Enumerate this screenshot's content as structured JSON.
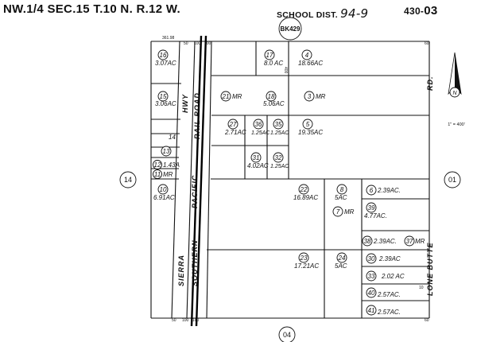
{
  "header": {
    "legal": "NW.1/4 SEC.15 T.10 N. R.12 W.",
    "school_prefix": "SCHOOL DIST.",
    "school_value": "94-9",
    "page_ref_prefix": "430-",
    "page_ref_value": "03",
    "book": "BK429",
    "scale": "1\" = 400'"
  },
  "roads": {
    "hwy": [
      "SIERRA",
      "HWY"
    ],
    "railroad": [
      "SOUTHERN",
      "PACIFIC",
      "RAIL ROAD"
    ],
    "lone_butte": "LONE BUTTE",
    "rd": "RD."
  },
  "adjacent": {
    "west": "14",
    "east": "01",
    "south": "04"
  },
  "dimensions": {
    "top_a": "361.98",
    "top_b": "50",
    "top_c": "100",
    "top_d": "100",
    "top_right": "60",
    "bottom_a": "50",
    "bottom_b": "100",
    "bottom_c": "100",
    "bottom_right": "60",
    "side_400": "400",
    "side_10": "10"
  },
  "parcels": [
    {
      "no": "16",
      "acres": "3.07AC"
    },
    {
      "no": "15",
      "acres": "3.06AC"
    },
    {
      "no": "14",
      "acres": ""
    },
    {
      "no": "13",
      "acres": ""
    },
    {
      "no": "12",
      "acres": "1.43A"
    },
    {
      "no": "11",
      "acres": "MR"
    },
    {
      "no": "10",
      "acres": "6.91AC"
    },
    {
      "no": "17",
      "acres": "8.0 AC"
    },
    {
      "no": "4",
      "acres": "18.66AC"
    },
    {
      "no": "21",
      "acres": "MR"
    },
    {
      "no": "18",
      "acres": "5.06AC"
    },
    {
      "no": "3",
      "acres": "MR"
    },
    {
      "no": "27",
      "acres": "2.71AC"
    },
    {
      "no": "36",
      "acres": "1.25AC"
    },
    {
      "no": "35",
      "acres": "1.25AC"
    },
    {
      "no": "5",
      "acres": "19.35AC"
    },
    {
      "no": "31",
      "acres": "4.02AC"
    },
    {
      "no": "32",
      "acres": "1.25AC"
    },
    {
      "no": "22",
      "acres": "16.89AC"
    },
    {
      "no": "8",
      "acres": "5AC"
    },
    {
      "no": "6",
      "acres": "2.39AC."
    },
    {
      "no": "7",
      "acres": "MR"
    },
    {
      "no": "39",
      "acres": "4.77AC."
    },
    {
      "no": "38",
      "acres": "2.39AC."
    },
    {
      "no": "37",
      "acres": "MR"
    },
    {
      "no": "23",
      "acres": "17.21AC"
    },
    {
      "no": "24",
      "acres": "5AC"
    },
    {
      "no": "30",
      "acres": "2.39AC"
    },
    {
      "no": "33",
      "acres": "2.02 AC"
    },
    {
      "no": "40",
      "acres": "2.57AC."
    },
    {
      "no": "41",
      "acres": "2.57AC."
    }
  ]
}
